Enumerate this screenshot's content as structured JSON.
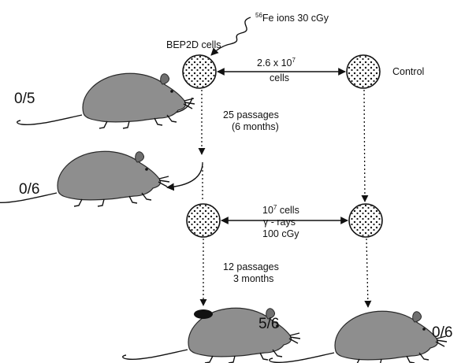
{
  "labels": {
    "iron_ions_mass": "56",
    "iron_ions_text": "Fe ions  30 cGy",
    "bep2d_cells": "BEP2D cells",
    "control": "Control",
    "seed_count_main": "2.6 x 10",
    "seed_count_exp": "7",
    "seed_count_unit": "cells",
    "passages_1_line1": "25 passages",
    "passages_1_line2": "(6 months)",
    "gamma_count_main": "10",
    "gamma_count_exp": "7",
    "gamma_count_rest": " cells",
    "gamma_rays": "γ - rays",
    "gamma_dose": "100 cGy",
    "passages_2_line1": "12 passages",
    "passages_2_line2": "3 months"
  },
  "tumor_results": {
    "after_iron_ions": "0/5",
    "after_25_passages": "0/6",
    "after_gamma_rays": "5/6",
    "control": "0/6"
  }
}
